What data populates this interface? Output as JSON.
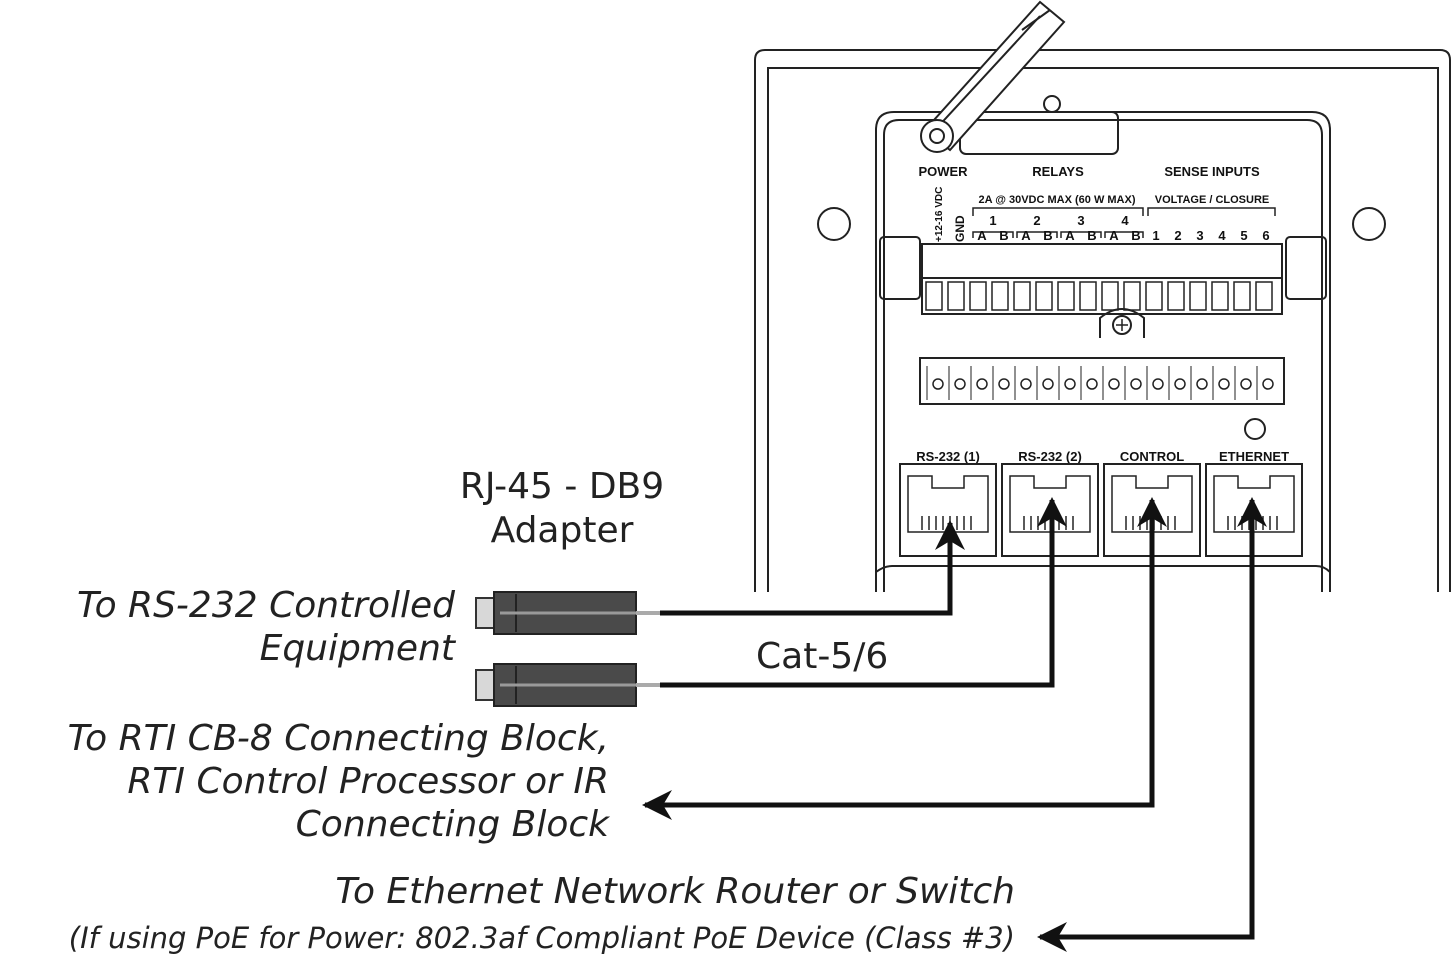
{
  "adapter_label": [
    "RJ-45 - DB9",
    "Adapter"
  ],
  "rs232_equipment_label": [
    "To RS-232 Controlled",
    "Equipment"
  ],
  "cable_label": "Cat-5/6",
  "control_label": [
    "To RTI CB-8 Connecting Block,",
    "RTI Control Processor or IR",
    "Connecting Block"
  ],
  "ethernet_label": "To Ethernet Network Router or Switch",
  "poe_label": "(If using PoE for Power: 802.3af Compliant PoE Device (Class #3)",
  "device": {
    "power_label": "POWER",
    "relays_label": "RELAYS",
    "sense_inputs_label": "SENSE INPUTS",
    "power_voltage": "+12-16 VDC",
    "gnd": "GND",
    "relay_rating": "2A @ 30VDC MAX (60 W MAX)",
    "sense_type": "VOLTAGE / CLOSURE",
    "relay_numbers": [
      "1",
      "2",
      "3",
      "4"
    ],
    "relay_ab": [
      "A",
      "B",
      "A",
      "B",
      "A",
      "B",
      "A",
      "B"
    ],
    "sense_numbers": [
      "1",
      "2",
      "3",
      "4",
      "5",
      "6"
    ],
    "ports": [
      "RS-232 (1)",
      "RS-232 (2)",
      "CONTROL",
      "ETHERNET"
    ]
  }
}
